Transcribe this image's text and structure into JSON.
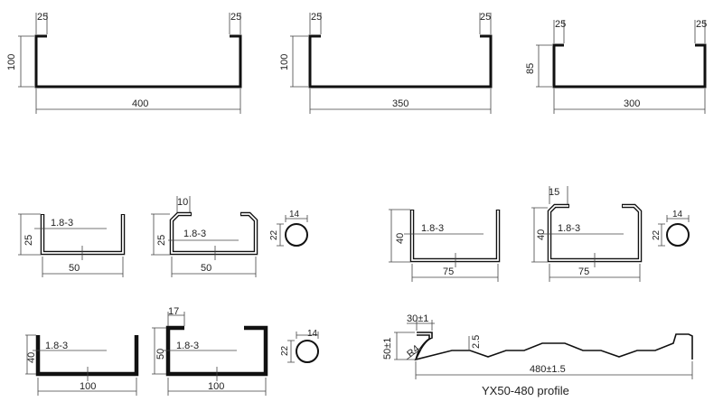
{
  "profiles": {
    "u400": {
      "flange_left": "25",
      "flange_right": "25",
      "height": "100",
      "width": "400"
    },
    "u350": {
      "flange_left": "25",
      "flange_right": "25",
      "height": "100",
      "width": "350"
    },
    "u300": {
      "flange_left": "25",
      "flange_right": "25",
      "height": "85",
      "width": "300"
    },
    "u50": {
      "thickness": "1.8-3",
      "height": "25",
      "width": "50"
    },
    "c50": {
      "lip": "10",
      "thickness": "1.8-3",
      "height": "25",
      "width": "50",
      "hole_w": "14",
      "hole_h": "22"
    },
    "u75": {
      "thickness": "1.8-3",
      "height": "40",
      "width": "75"
    },
    "c75": {
      "lip": "15",
      "thickness": "1.8-3",
      "height": "40",
      "width": "75",
      "hole_w": "14",
      "hole_h": "22"
    },
    "u100": {
      "thickness": "1.8-3",
      "height": "40",
      "width": "100"
    },
    "c100": {
      "lip": "17",
      "thickness": "1.8-3",
      "height": "50",
      "width": "100",
      "hole_w": "14",
      "hole_h": "22"
    },
    "yx50": {
      "top": "30±1",
      "height": "50±1",
      "radius": "R4",
      "thickness": "2.5",
      "width": "480±1.5",
      "caption": "YX50-480 profile"
    }
  }
}
